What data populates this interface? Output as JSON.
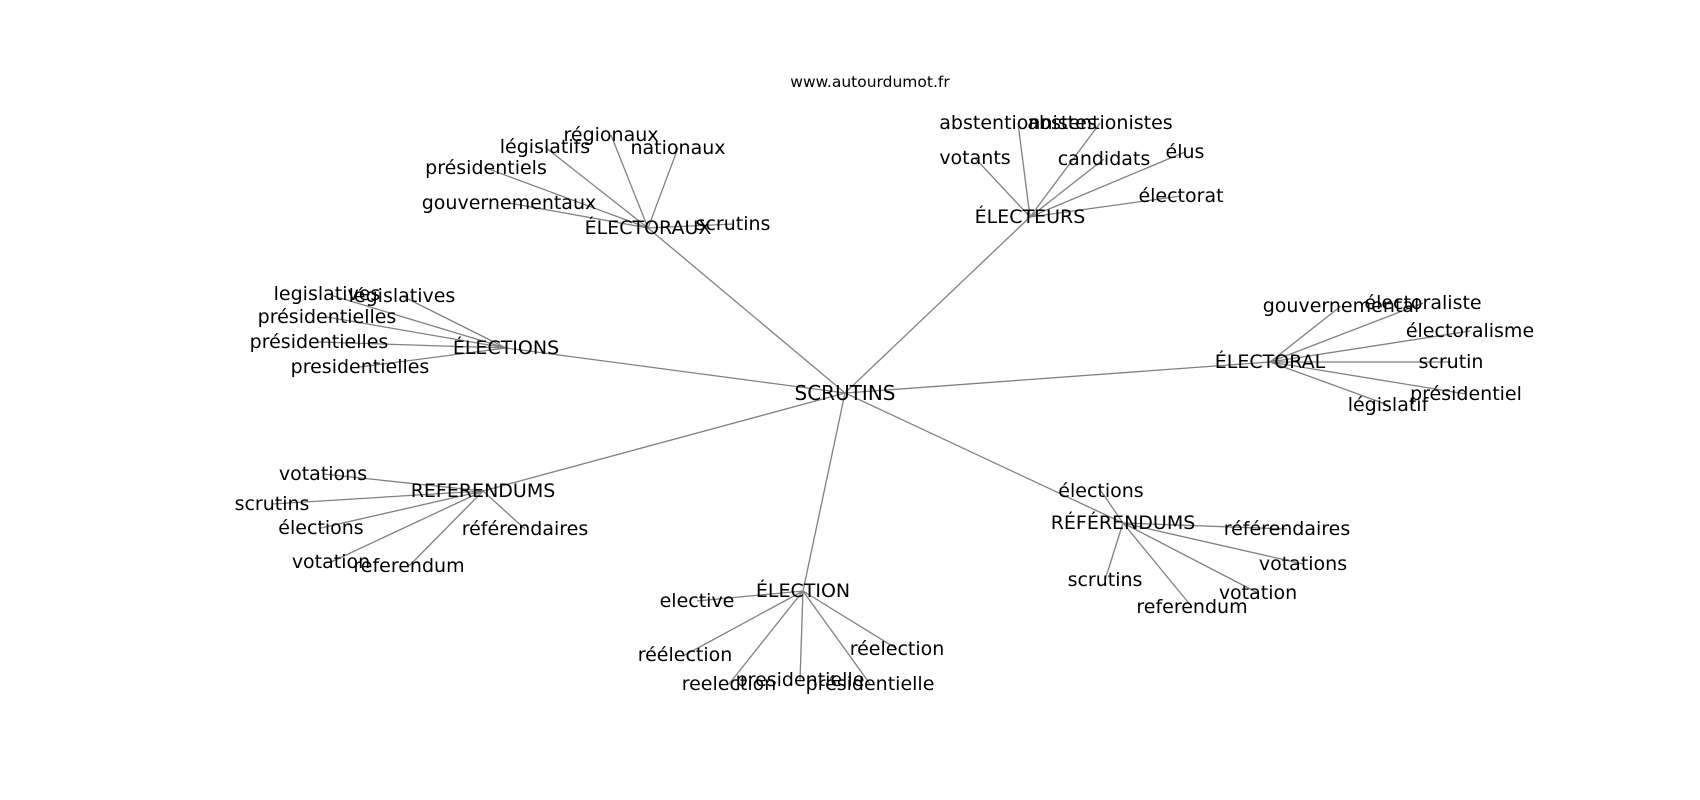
{
  "credit": "www.autourdumot.fr",
  "graph": {
    "center": {
      "id": "scrutins",
      "label": "SCRUTINS"
    },
    "hubs": [
      {
        "id": "electoraux",
        "label": "ÉLECTORAUX",
        "leaves": [
          "régionaux",
          "législatifs",
          "nationaux",
          "présidentiels",
          "gouvernementaux",
          "scrutins"
        ]
      },
      {
        "id": "electeurs",
        "label": "ÉLECTEURS",
        "leaves": [
          "abstentionnistes",
          "abstentionistes",
          "votants",
          "candidats",
          "élus",
          "électorat"
        ]
      },
      {
        "id": "elections",
        "label": "ÉLECTIONS",
        "leaves": [
          "legislatives",
          "législatives",
          "présidentielles",
          "présidentielles",
          "presidentielles"
        ]
      },
      {
        "id": "electoral",
        "label": "ÉLECTORAL",
        "leaves": [
          "gouvernemental",
          "électoraliste",
          "électoralisme",
          "scrutin",
          "présidentiel",
          "législatif"
        ]
      },
      {
        "id": "referendums-a",
        "label": "REFERENDUMS",
        "leaves": [
          "votations",
          "scrutins",
          "élections",
          "votation",
          "referendum",
          "référendaires"
        ]
      },
      {
        "id": "referendums-b",
        "label": "RÉFÉRENDUMS",
        "leaves": [
          "élections",
          "référendaires",
          "votations",
          "votation",
          "scrutins",
          "referendum"
        ]
      },
      {
        "id": "election",
        "label": "ÉLECTION",
        "leaves": [
          "elective",
          "réélection",
          "reelection",
          "presidentielle",
          "présidentielle",
          "réelection"
        ]
      }
    ]
  }
}
